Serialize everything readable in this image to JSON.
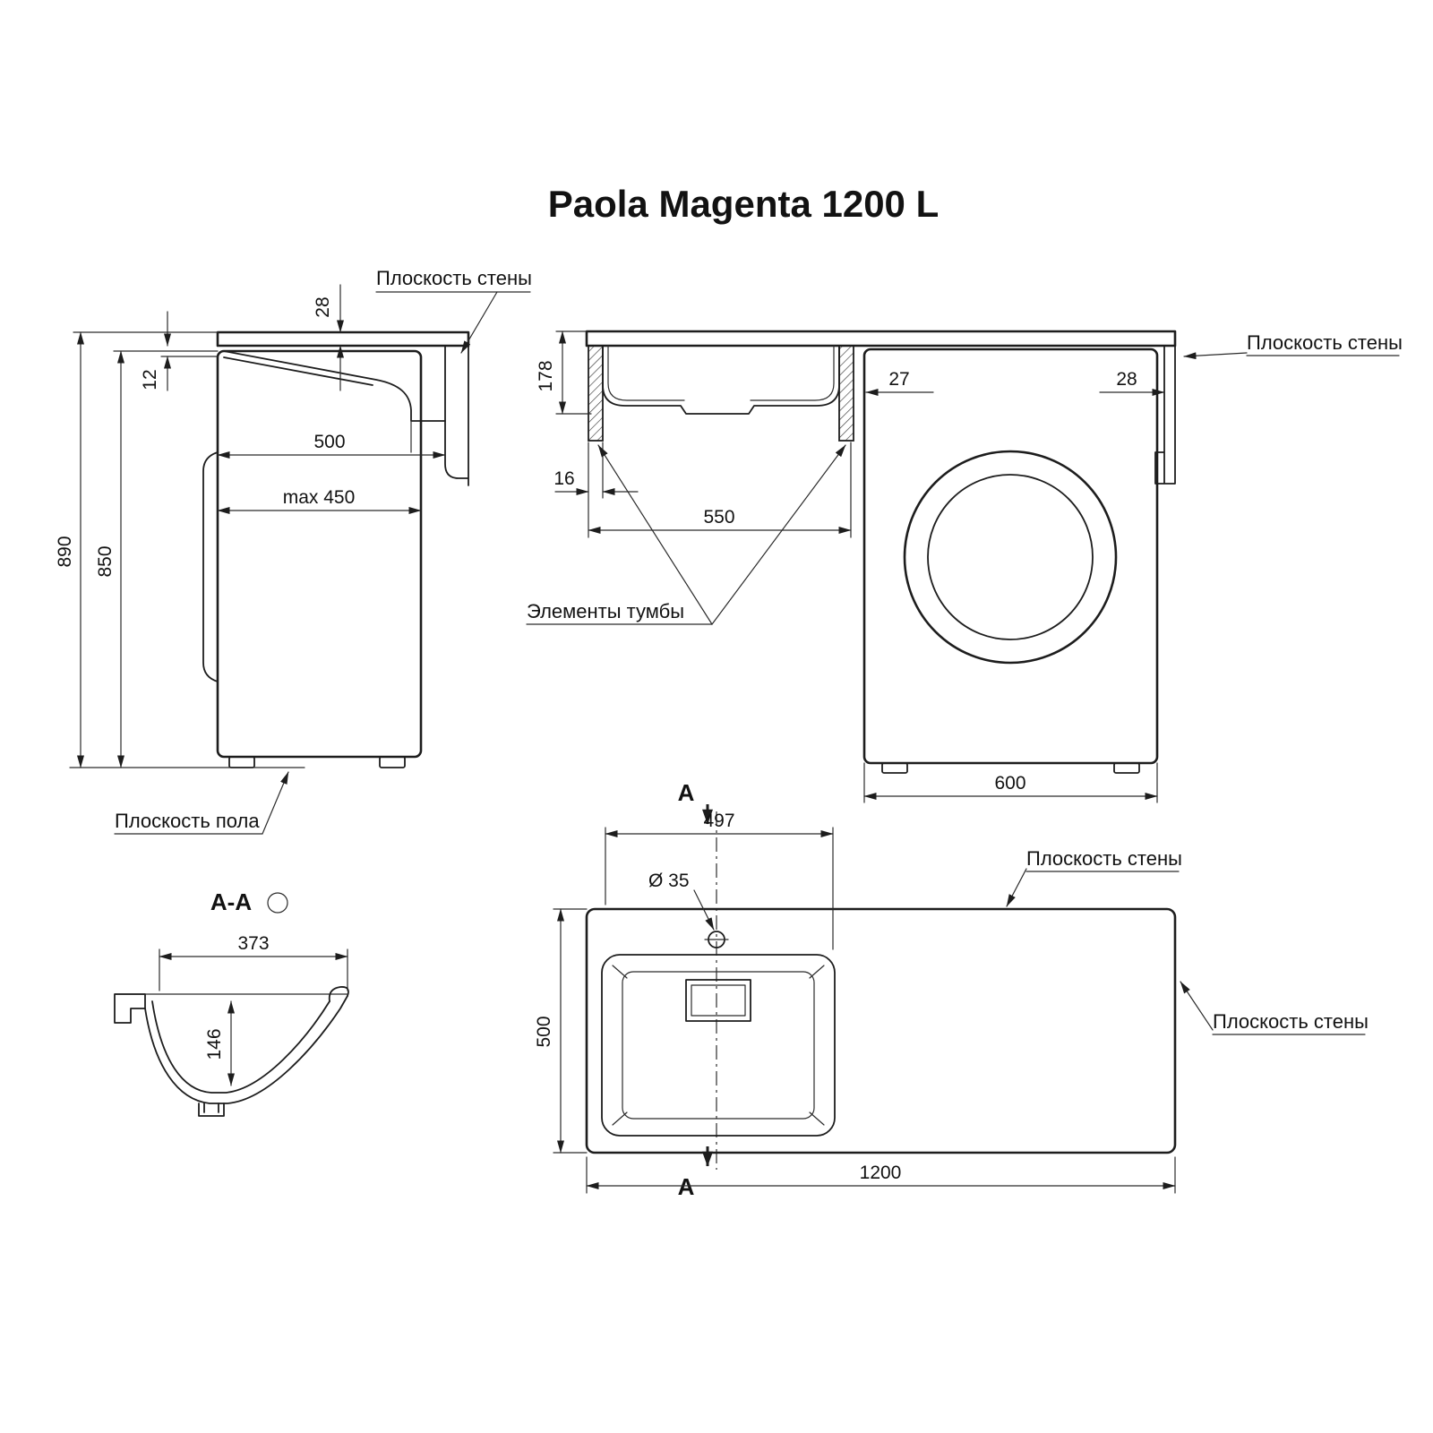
{
  "title": "Paola Magenta 1200 L",
  "labels": {
    "wall_plane": "Плоскость стены",
    "floor_plane": "Плоскость пола",
    "cabinet_elements": "Элементы тумбы"
  },
  "section": {
    "title": "А-А",
    "marker": "А"
  },
  "side_view": {
    "counter_thickness": "28",
    "ledge": "12",
    "depth": "500",
    "machine_depth": "max 450",
    "total_height": "890",
    "machine_height": "850"
  },
  "front_view": {
    "basin_height": "178",
    "panel_thickness": "16",
    "basin_width": "550",
    "left_gap": "27",
    "right_gap": "28",
    "machine_width": "600"
  },
  "section_view": {
    "width": "373",
    "depth": "146"
  },
  "plan_view": {
    "faucet_offset": "497",
    "hole_diameter": "Ø 35",
    "depth": "500",
    "length": "1200"
  }
}
